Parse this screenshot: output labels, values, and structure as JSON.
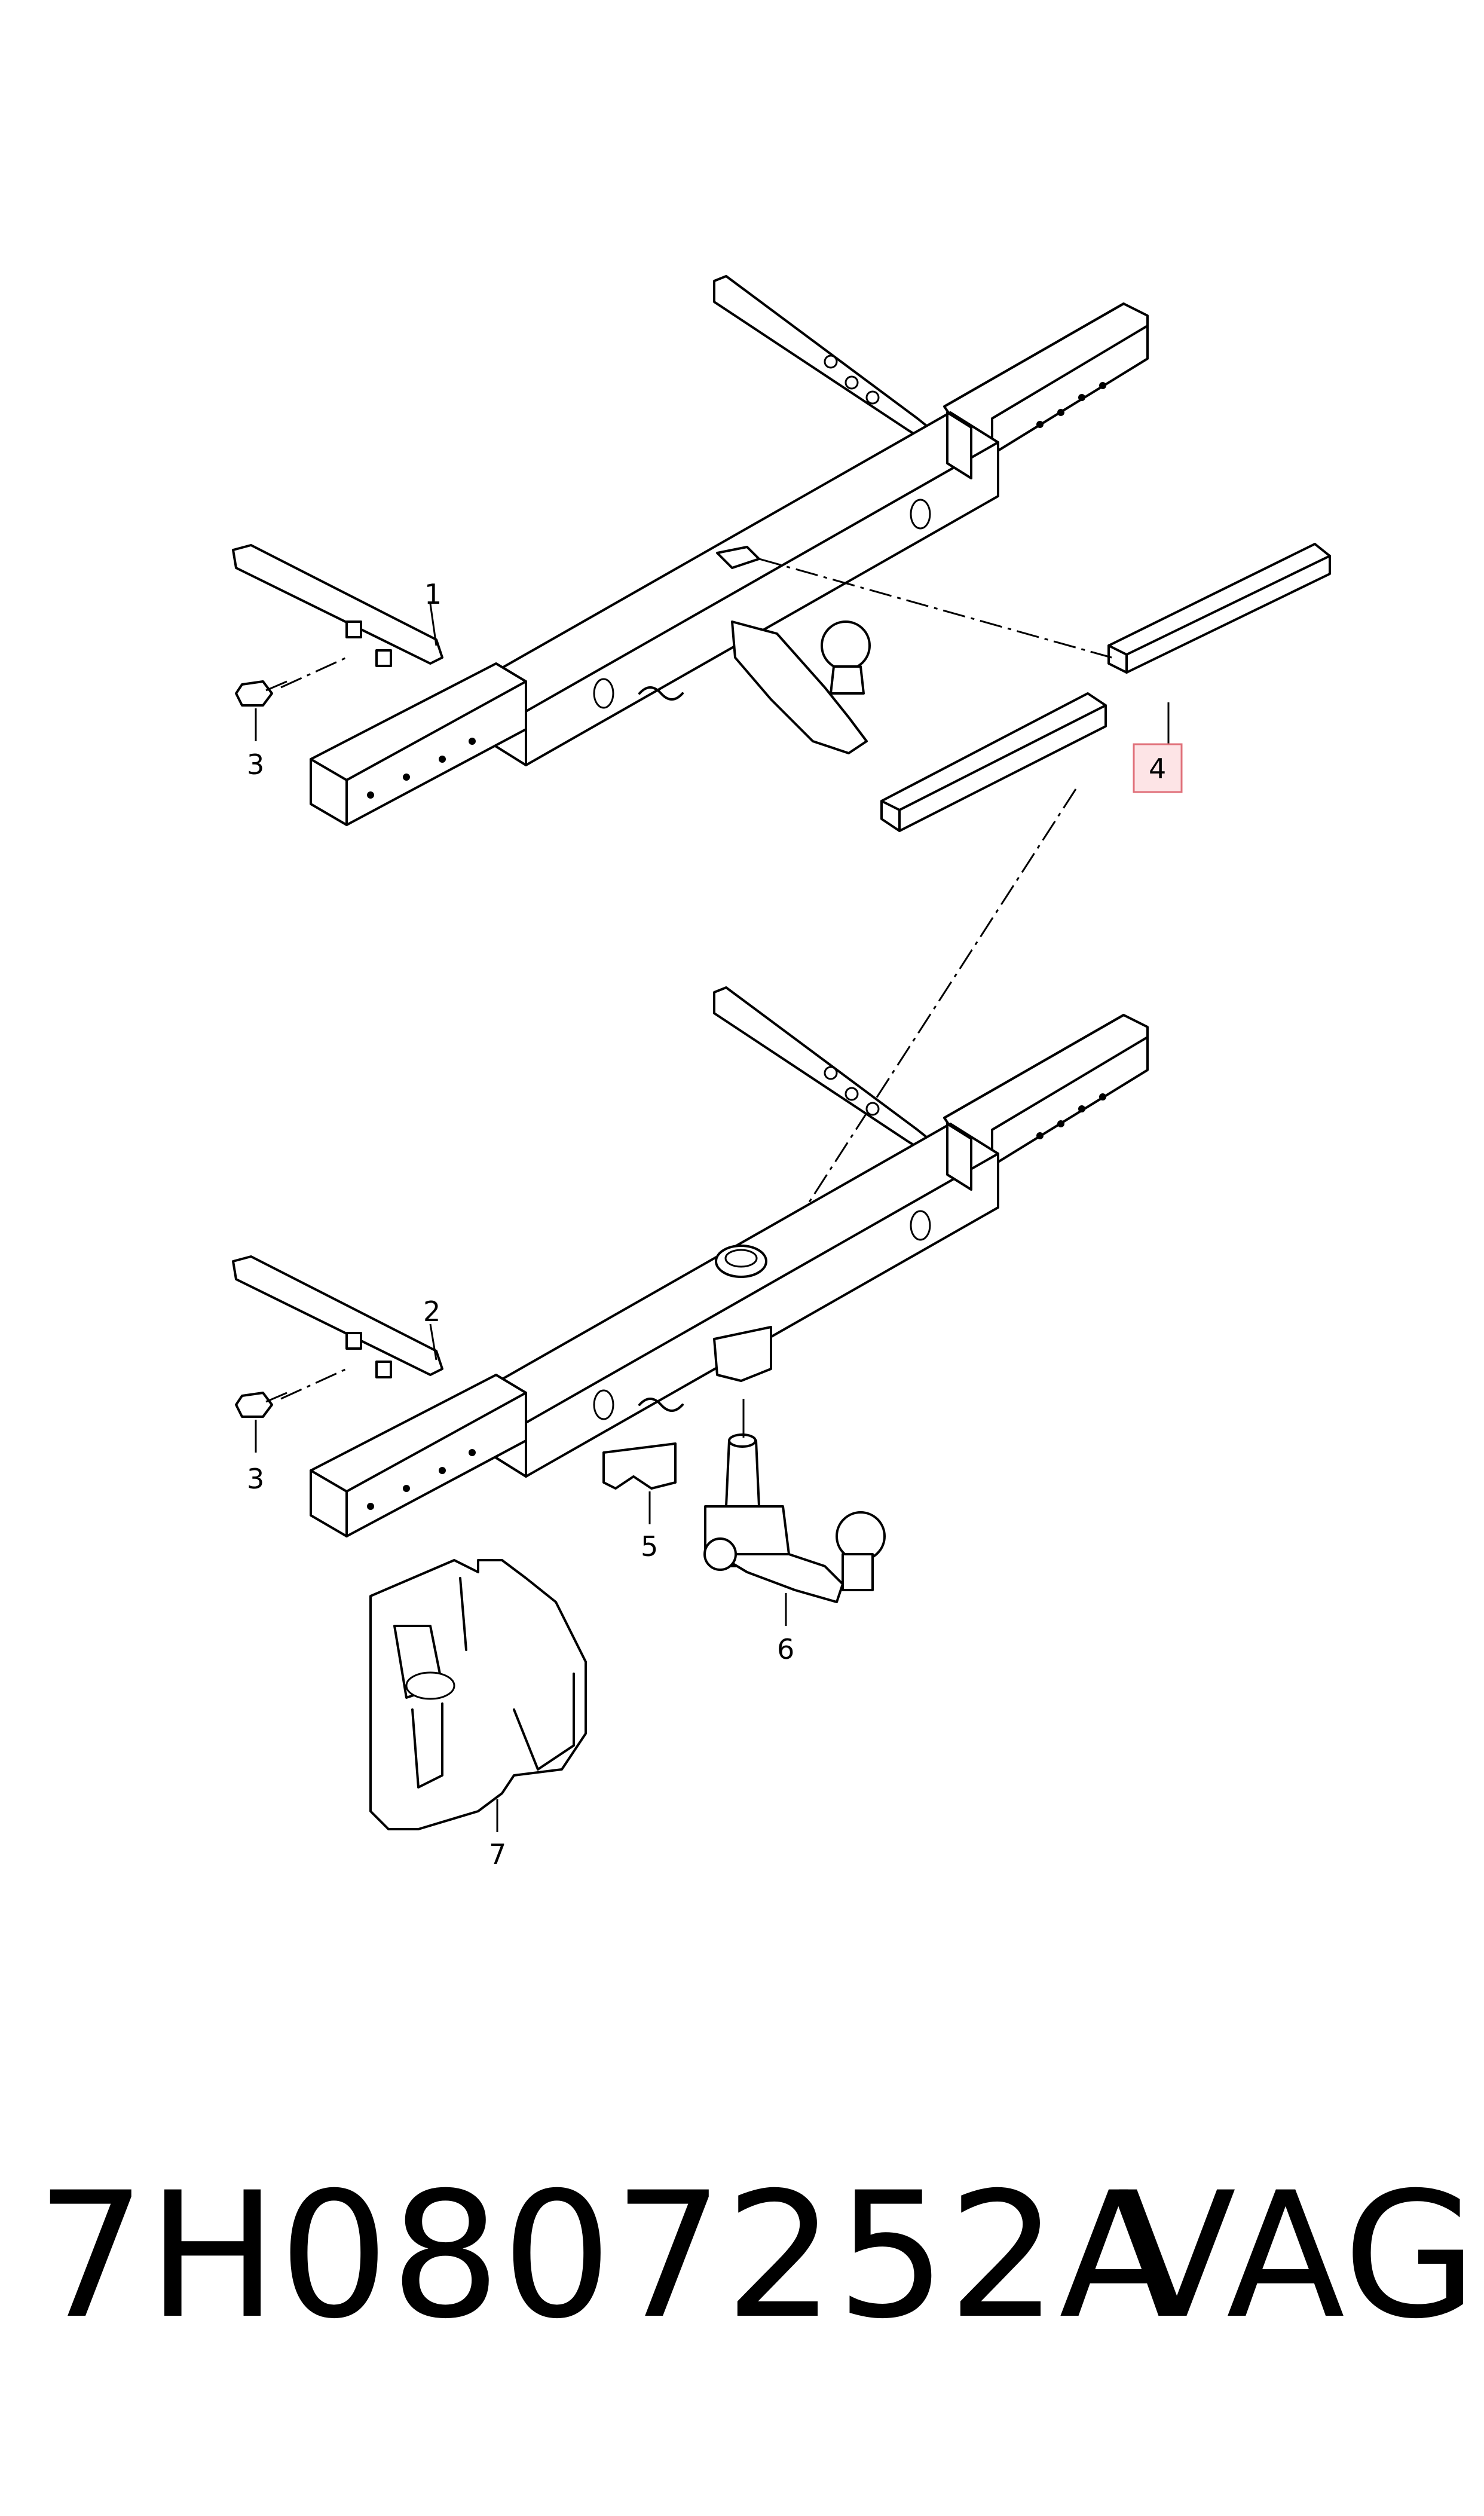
{
  "callouts": [
    {
      "id": "1",
      "label": "1"
    },
    {
      "id": "2",
      "label": "2"
    },
    {
      "id": "3a",
      "label": "3"
    },
    {
      "id": "3b",
      "label": "3"
    },
    {
      "id": "4",
      "label": "4",
      "highlighted": true
    },
    {
      "id": "5",
      "label": "5"
    },
    {
      "id": "6",
      "label": "6"
    },
    {
      "id": "7",
      "label": "7"
    }
  ],
  "footer": {
    "part_number": "7H0807252A",
    "brand": "VAG"
  },
  "colors": {
    "line": "#000000",
    "highlight_border": "#e0707a",
    "highlight_fill": "#fde4e6"
  }
}
